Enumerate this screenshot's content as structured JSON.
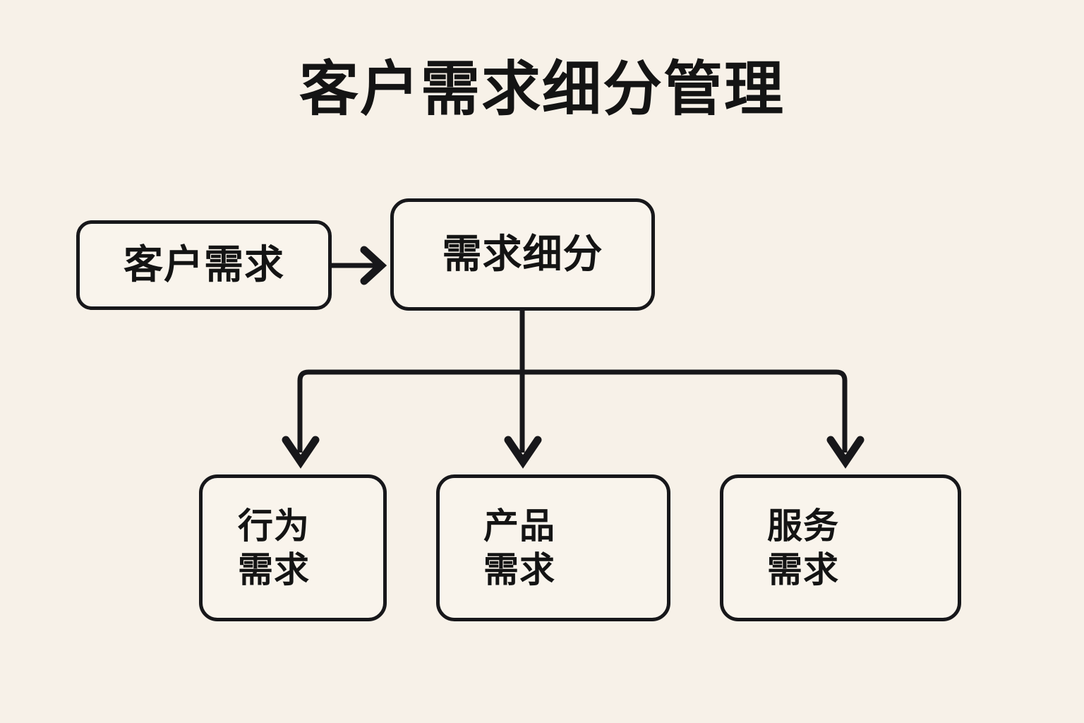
{
  "page": {
    "title": "客户需求细分管理",
    "background_color": "#f7f1e8",
    "stroke_color": "#17171a",
    "text_color": "#141414",
    "node_fill_color": "#f9f4ec"
  },
  "diagram": {
    "type": "flowchart",
    "nodes": {
      "customer_need": {
        "label": "客户需求",
        "shape": "rounded-rectangle"
      },
      "need_segmentation": {
        "label": "需求细分",
        "shape": "rounded-rectangle"
      },
      "behavior_need": {
        "label": "行为\n需求",
        "shape": "rounded-rectangle"
      },
      "product_need": {
        "label": "产品\n需求",
        "shape": "rounded-rectangle"
      },
      "service_need": {
        "label": "服务\n需求",
        "shape": "rounded-rectangle"
      }
    },
    "edges": [
      {
        "from": "customer_need",
        "to": "need_segmentation",
        "direction": "right",
        "arrowhead": "chevron"
      },
      {
        "from": "need_segmentation",
        "to": "behavior_need",
        "direction": "down",
        "arrowhead": "chevron"
      },
      {
        "from": "need_segmentation",
        "to": "product_need",
        "direction": "down",
        "arrowhead": "chevron"
      },
      {
        "from": "need_segmentation",
        "to": "service_need",
        "direction": "down",
        "arrowhead": "chevron"
      }
    ]
  }
}
